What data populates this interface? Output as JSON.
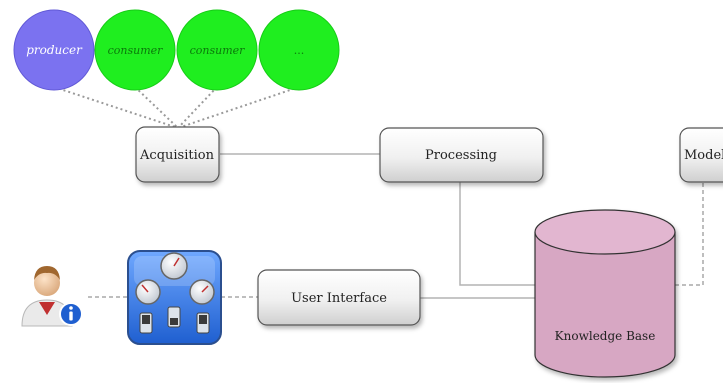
{
  "diagram": {
    "circles": [
      {
        "label": "producer",
        "fill": "#7b72f0"
      },
      {
        "label": "consumer",
        "fill": "#1fee1f"
      },
      {
        "label": "consumer",
        "fill": "#1fee1f"
      },
      {
        "label": "...",
        "fill": "#1fee1f"
      }
    ],
    "boxes": {
      "acquisition": "Acquisition",
      "processing": "Processing",
      "model": "Model",
      "user_interface": "User Interface"
    },
    "database": {
      "label": "Knowledge Base",
      "fill": "#d7a7c3"
    },
    "icons": {
      "user": "user-info-icon",
      "dashboard": "control-panel-icon"
    }
  }
}
